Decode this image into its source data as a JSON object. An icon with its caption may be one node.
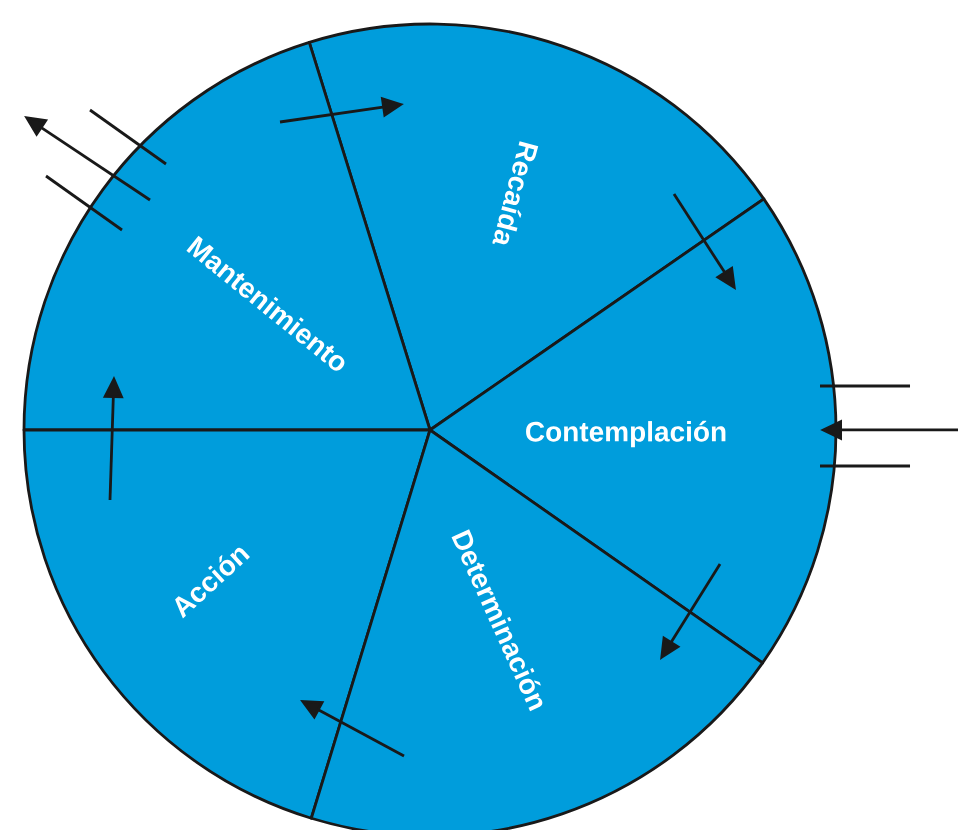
{
  "diagram": {
    "nodes": [
      {
        "text": [
          "Recaída"
        ]
      },
      {
        "text": [
          "Mantenimiento"
        ]
      },
      {
        "text": [
          "Contemplación"
        ]
      },
      {
        "text": [
          "Acción"
        ]
      },
      {
        "text": [
          "Determinación"
        ]
      }
    ],
    "edges": [
      {
        "from": 0,
        "to": 2,
        "arrow": "to"
      },
      {
        "from": 2,
        "to": 4,
        "arrow": "to"
      },
      {
        "from": 4,
        "to": 3,
        "arrow": "to"
      },
      {
        "from": 3,
        "to": 1,
        "arrow": "to"
      },
      {
        "from": 1,
        "to": 0,
        "arrow": "to"
      },
      {
        "from": null,
        "to": 2,
        "arrow": "to"
      },
      {
        "from": 1,
        "to": null,
        "arrow": "to"
      }
    ]
  }
}
